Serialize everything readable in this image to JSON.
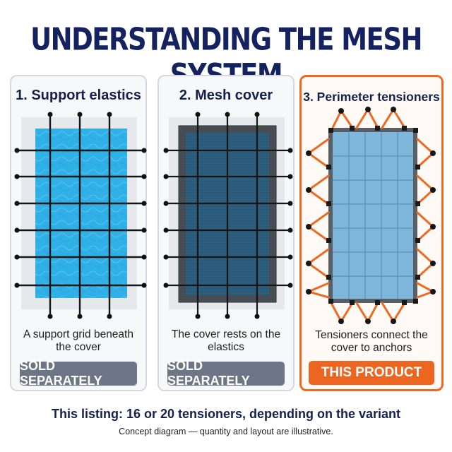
{
  "title": "UNDERSTANDING THE MESH SYSTEM",
  "panels": [
    {
      "heading": "1.  Support elastics",
      "caption": "A support grid beneath the cover",
      "badge": "SOLD SEPARATELY"
    },
    {
      "heading": "2. Mesh cover",
      "caption": "The cover rests on the elastics",
      "badge": "SOLD SEPARATELY"
    },
    {
      "heading": "3. Perimeter tensioners",
      "caption": "Tensioners connect the cover to anchors",
      "badge": "THIS PRODUCT"
    }
  ],
  "footer": {
    "listing": "This listing: 16 or 20 tensioners, depending on the variant",
    "note": "Concept diagram — quantity and layout are illustrative."
  },
  "colors": {
    "title": "#152260",
    "badge_gray": "#6d7686",
    "accent_orange": "#ec6621",
    "pool_water": "#2fb0e6",
    "mesh_dark": "#2d5f80"
  },
  "icons": [
    "anchor-dot-icon",
    "tensioner-strap-icon",
    "grommet-icon"
  ]
}
